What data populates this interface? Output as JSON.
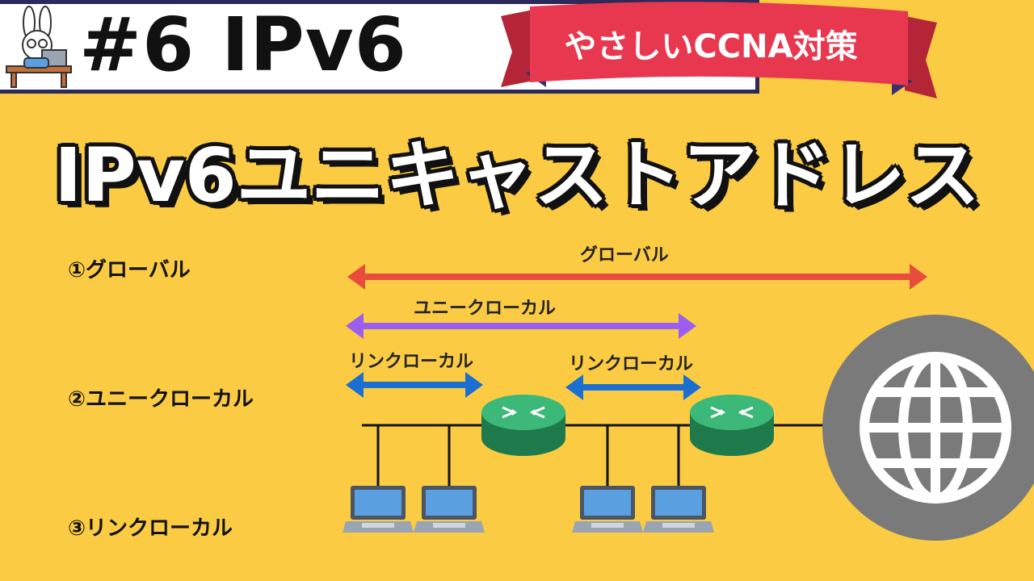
{
  "header": {
    "episode_title": "#6 IPv6",
    "ribbon_text": "やさしいCCNA対策"
  },
  "main_title": "IPv6ユニキャストアドレス",
  "scope_labels": {
    "global": "①グローバル",
    "unique_local": "②ユニークローカル",
    "link_local": "③リンクローカル"
  },
  "arrow_labels": {
    "global": "グローバル",
    "unique_local": "ユニークローカル",
    "link_local_left": "リンクローカル",
    "link_local_right": "リンクローカル"
  },
  "colors": {
    "background": "#fbcb43",
    "global_arrow": "#e74c3c",
    "unique_local_arrow": "#9b5ff0",
    "link_local_arrow": "#1b6fd1",
    "router": "#2e9e63",
    "internet_globe": "#7a7a7a",
    "ribbon": "#e8384f"
  },
  "icons": [
    "mascot-icon",
    "router-icon",
    "laptop-icon",
    "globe-icon"
  ]
}
